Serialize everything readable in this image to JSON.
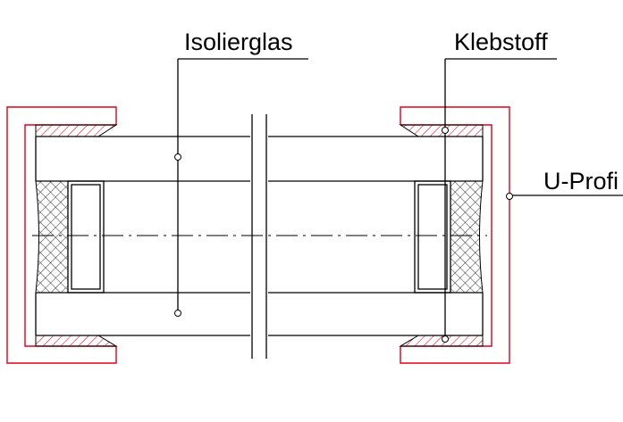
{
  "labels": {
    "isolierglas": "Isolierglas",
    "klebstoff": "Klebstoff",
    "uprofil": "U-Profi"
  },
  "colors": {
    "lines": "#000000",
    "profile": "#e0001a",
    "adhesive_hatch": "#e0001a",
    "background": "#ffffff"
  }
}
